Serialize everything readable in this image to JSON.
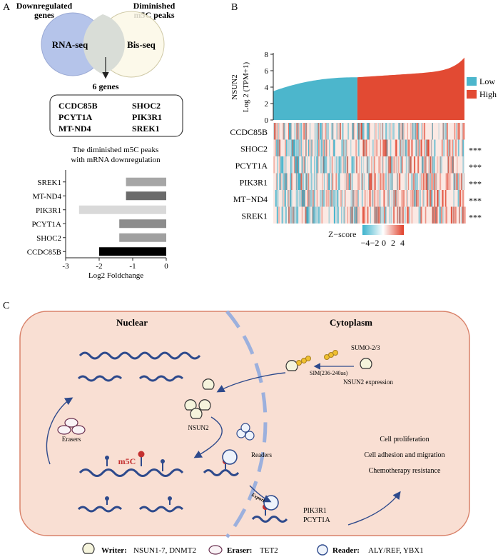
{
  "panel_a": {
    "label": "A",
    "venn": {
      "left_title_line1": "Downregulated",
      "left_title_line2": "genes",
      "right_title_line1": "Diminished",
      "right_title_line2": "m5C peaks",
      "left_label": "RNA-seq",
      "right_label": "Bis-seq",
      "result": "6 genes"
    },
    "gene_box": [
      "CCDC85B",
      "SHOC2",
      "PCYT1A",
      "PIK3R1",
      "MT-ND4",
      "SREK1"
    ],
    "bar_title_line1": "The diminished m5C peaks",
    "bar_title_line2": "with mRNA downregulation"
  },
  "chart_data": [
    {
      "type": "bar",
      "orientation": "horizontal",
      "categories": [
        "SREK1",
        "MT-ND4",
        "PIK3R1",
        "PCYT1A",
        "SHOC2",
        "CCDC85B"
      ],
      "values": [
        -1.2,
        -1.2,
        -2.6,
        -1.4,
        -1.4,
        -2.0
      ],
      "colors": [
        "#a6a6a6",
        "#6b6b6b",
        "#d9d9d9",
        "#8c8c8c",
        "#a0a0a0",
        "#000000"
      ],
      "xlabel": "Log2 Foldchange",
      "xlim": [
        -3,
        0
      ],
      "xticks": [
        "-3",
        "-2",
        "-1",
        "0"
      ]
    },
    {
      "type": "area",
      "ylabel_line1": "NSUN2",
      "ylabel_line2": "Log 2 (TPM+1)",
      "ylim": [
        0,
        8
      ],
      "yticks": [
        "0",
        "2",
        "4",
        "6",
        "8"
      ],
      "groups": [
        {
          "name": "Low",
          "color": "#4cb6cc"
        },
        {
          "name": "High",
          "color": "#e24a33"
        }
      ],
      "low_range": [
        3.5,
        5.2
      ],
      "high_range": [
        5.2,
        7.6
      ]
    },
    {
      "type": "heatmap",
      "rows": [
        "CCDC85B",
        "SHOC2",
        "PCYT1A",
        "PIK3R1",
        "MT−ND4",
        "SREK1"
      ],
      "significance": [
        "",
        "***",
        "***",
        "***",
        "***",
        "***"
      ],
      "colorbar_label": "Z−score",
      "colorbar_ticks": [
        "−4",
        "−2",
        "0",
        "2",
        "4"
      ]
    }
  ],
  "panel_b": {
    "label": "B",
    "legend_low": "Low",
    "legend_high": "High"
  },
  "panel_c": {
    "label": "C",
    "nuclear": "Nuclear",
    "cytoplasm": "Cytoplasm",
    "sumo": "SUMO-2/3",
    "sim": "SIM(236-240aa)",
    "expression": "NSUN2 expression",
    "erasers": "Erasers",
    "nsun2": "NSUN2",
    "readers": "Readers",
    "m5c": "m5C",
    "export": "Export",
    "genes_line1": "PIK3R1",
    "genes_line2": "PCYT1A",
    "outcome1": "Cell proliferation",
    "outcome2": "Cell adhesion and migration",
    "outcome3": "Chemotherapy resistance",
    "legend_writer_key": "Writer:",
    "legend_writer_val": "NSUN1-7, DNMT2",
    "legend_eraser_key": "Eraser:",
    "legend_eraser_val": "TET2",
    "legend_reader_key": "Reader:",
    "legend_reader_val": "ALY/REF, YBX1",
    "colors": {
      "cell_fill": "#f9dfd3",
      "cell_stroke": "#d9826a",
      "rna": "#2e4a8c",
      "m5c_dot": "#c43030"
    }
  }
}
